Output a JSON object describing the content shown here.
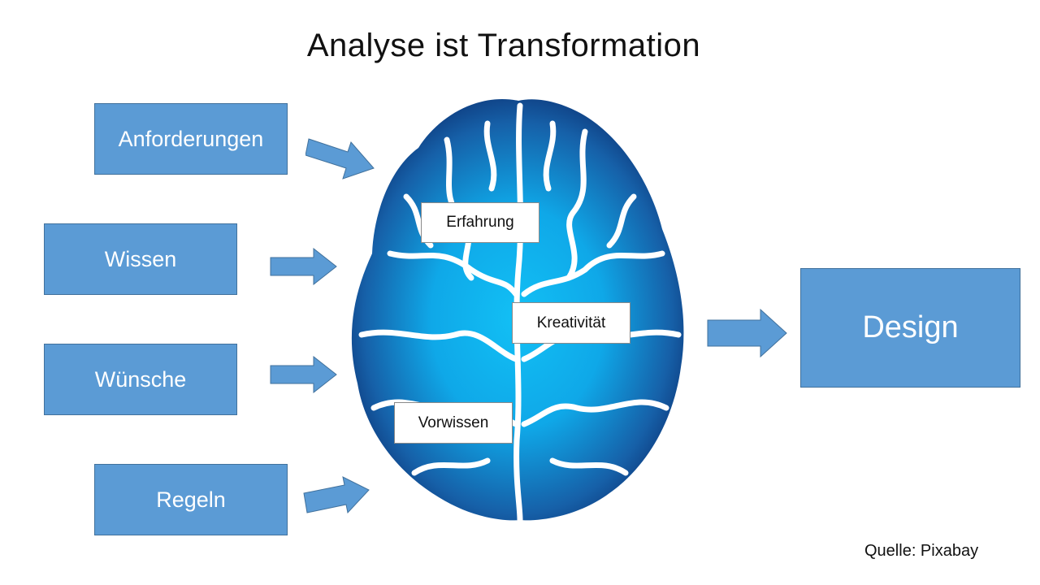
{
  "title": "Analyse ist Transformation",
  "inputs": [
    {
      "label": "Anforderungen"
    },
    {
      "label": "Wissen"
    },
    {
      "label": "Wünsche"
    },
    {
      "label": "Regeln"
    }
  ],
  "brain_labels": [
    {
      "label": "Erfahrung"
    },
    {
      "label": "Kreativität"
    },
    {
      "label": "Vorwissen"
    }
  ],
  "output": {
    "label": "Design"
  },
  "source": "Quelle: Pixabay",
  "colors": {
    "box_fill": "#5b9bd5",
    "box_border": "#41719c",
    "brain_dark": "#0b2d6e",
    "brain_light": "#12c0f5"
  },
  "icons": {
    "brain": "brain-icon",
    "arrow": "arrow-right-icon"
  }
}
